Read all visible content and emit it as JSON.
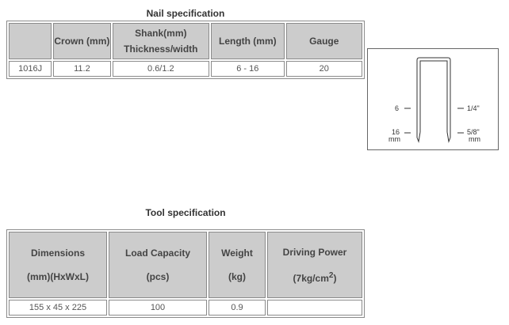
{
  "nail": {
    "title": "Nail specification",
    "headers": [
      "",
      "Crown (mm)",
      "Shank(mm)",
      "Thickness/width",
      "Length (mm)",
      "Gauge"
    ],
    "row": [
      "1016J",
      "11.2",
      "0.6/1.2",
      "6 - 16",
      "20"
    ]
  },
  "diagram": {
    "left_top": "6",
    "left_bottom": "16",
    "left_unit": "mm",
    "right_top": "1/4\"",
    "right_bottom": "5/8\"",
    "right_unit": "mm"
  },
  "tool": {
    "title": "Tool specification",
    "headers": [
      {
        "line1": "Dimensions",
        "line2": "(mm)(HxWxL)"
      },
      {
        "line1": "Load Capacity",
        "line2": "(pcs)"
      },
      {
        "line1": "Weight",
        "line2": "(kg)"
      },
      {
        "line1": "Driving Power",
        "line2": "(7kg/cm",
        "sup": "2",
        "line2_end": ")"
      }
    ],
    "row": [
      "155 x 45 x 225",
      "100",
      "0.9",
      ""
    ]
  }
}
